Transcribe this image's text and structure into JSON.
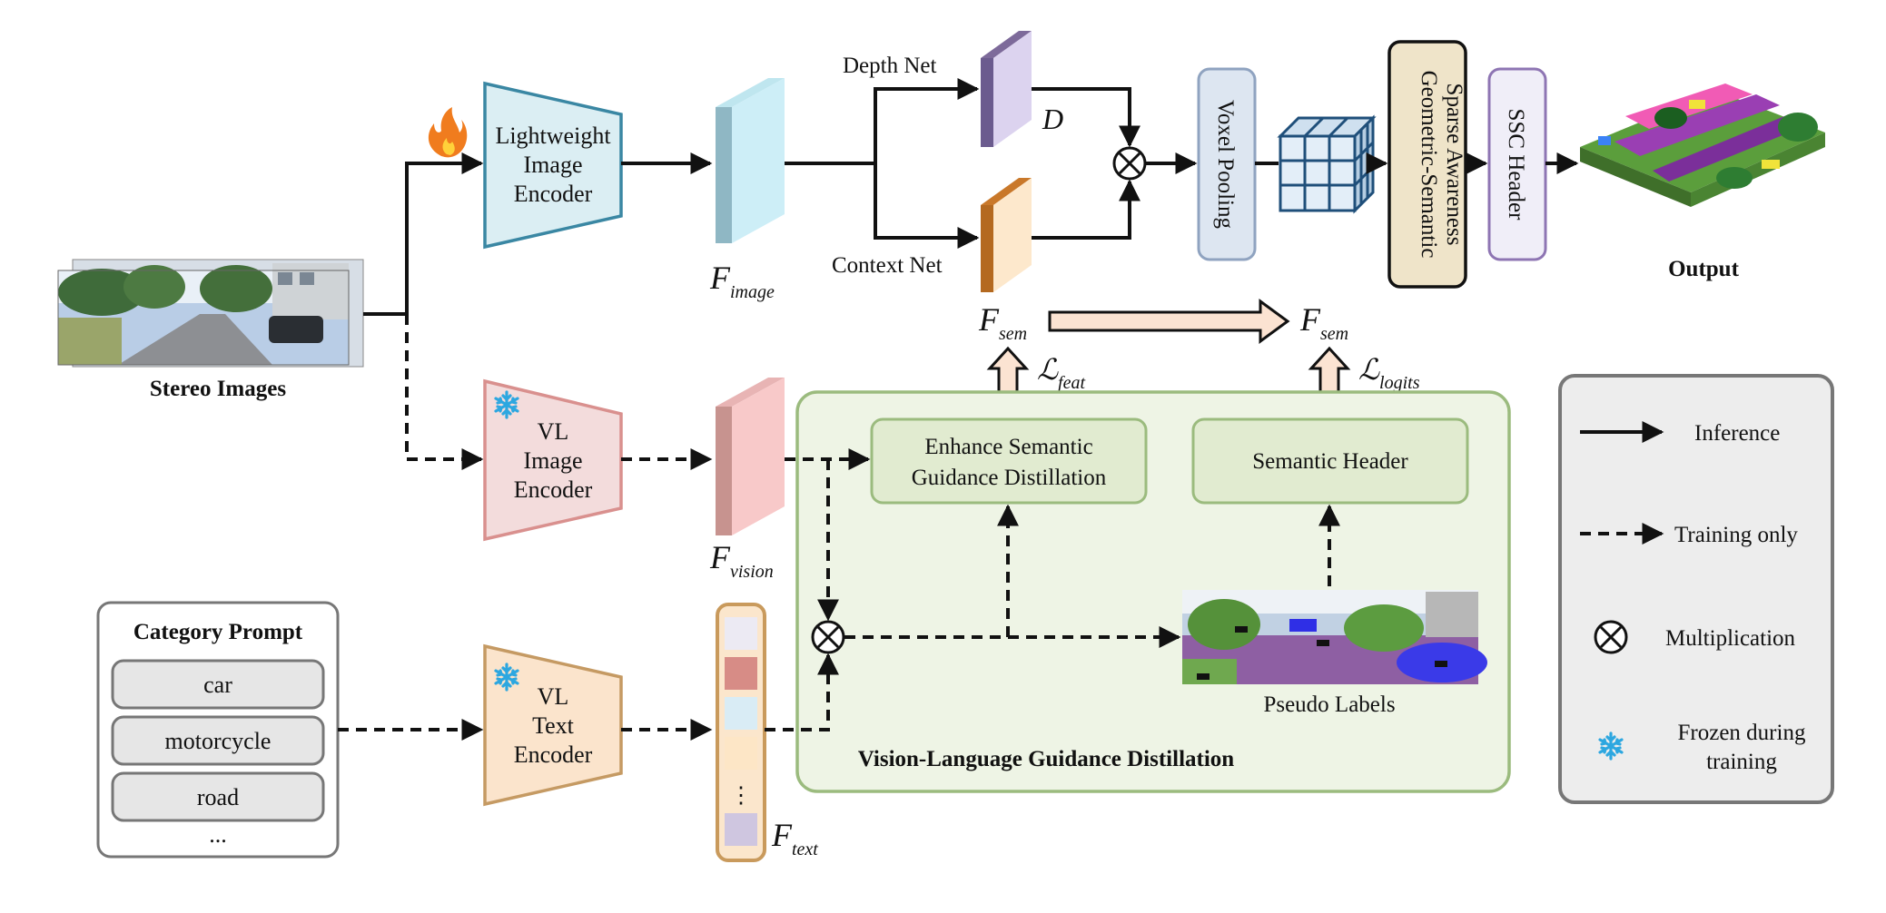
{
  "encoders": {
    "lightweight": [
      "Lightweight",
      "Image",
      "Encoder"
    ],
    "vl_image": [
      "VL",
      "Image",
      "Encoder"
    ],
    "vl_text": [
      "VL",
      "Text",
      "Encoder"
    ]
  },
  "inputs": {
    "stereo_images": "Stereo Images"
  },
  "nets": {
    "depth": "Depth Net",
    "context": "Context Net",
    "depth_symbol": "D"
  },
  "features": {
    "f": "F",
    "image_sub": "image",
    "vision_sub": "vision",
    "text_sub": "text",
    "sem_sub": "sem",
    "text_dots": "⋮"
  },
  "stages": {
    "voxel_pooling": "Voxel Pooling",
    "gss_line1": "Geometric-Semantic",
    "gss_line2": "Sparse Awareness",
    "ssc_header": "SSC Header",
    "output": "Output"
  },
  "losses": {
    "symbol": "ℒ",
    "feat_sub": "feat",
    "logits_sub": "logits"
  },
  "distillation": {
    "title": "Vision-Language Guidance Distillation",
    "enhance_line1": "Enhance Semantic",
    "enhance_line2": "Guidance Distillation",
    "semantic_header": "Semantic Header",
    "pseudo_labels": "Pseudo Labels"
  },
  "category_prompt": {
    "title": "Category Prompt",
    "items": [
      "car",
      "motorcycle",
      "road"
    ],
    "ellipsis": "..."
  },
  "legend": {
    "inference": "Inference",
    "training_only": "Training only",
    "multiplication": "Multiplication",
    "frozen_line1": "Frozen during",
    "frozen_line2": "training"
  },
  "colors": {
    "lightweight_encoder_fill": "#dbeef3",
    "lightweight_encoder_stroke": "#3a87a3",
    "vl_image_fill": "#f3dcdc",
    "vl_image_stroke": "#d9908e",
    "vl_text_fill": "#fbe4cc",
    "vl_text_stroke": "#c59a63",
    "distill_panel_fill": "#eef4e5",
    "distill_panel_stroke": "#9bbb7e",
    "distill_box_fill": "#e1ebd0",
    "voxel_fill": "#dde6f1",
    "voxel_stroke": "#8fa3c0",
    "ssc_fill": "#f0eef8",
    "ssc_stroke": "#8e75b3",
    "gss_fill": "#efe4c9",
    "freeze_icon": "#2da7e0",
    "fire_icon": "#f07c1e"
  },
  "icons": {
    "fire": "fire-icon",
    "snowflake": "snowflake-icon",
    "multiplication": "circled-times-icon"
  }
}
